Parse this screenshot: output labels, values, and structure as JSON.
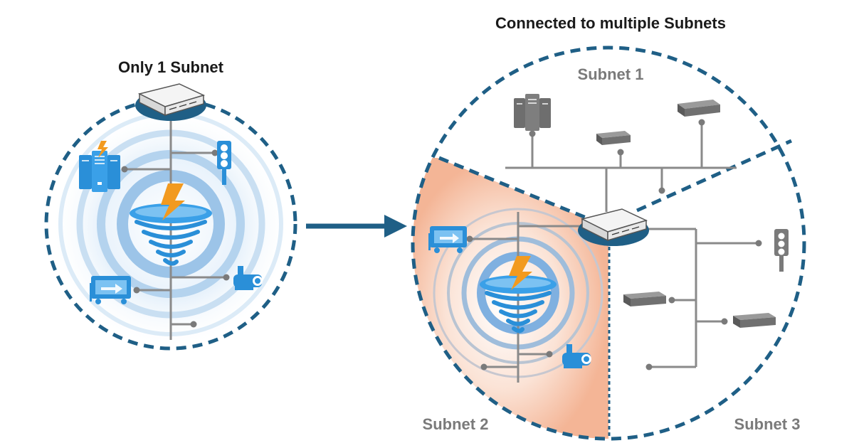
{
  "left_panel": {
    "title": "Only 1 Subnet"
  },
  "right_panel": {
    "title": "Connected to multiple Subnets",
    "subnet_1_label": "Subnet 1",
    "subnet_2_label": "Subnet 2",
    "subnet_3_label": "Subnet 3"
  },
  "colors": {
    "boundary": "#1f5f86",
    "device_blue": "#2a8fd8",
    "device_gray": "#6e6e6e",
    "wire_gray": "#8a8a8a",
    "ring_blue": "#a9cbe8",
    "storm_orange": "#f29a1f",
    "subnet_fill": "#f4b596",
    "title_text": "#1a1a1a",
    "label_text": "#7a7a7a",
    "arrow": "#1f5f86"
  }
}
